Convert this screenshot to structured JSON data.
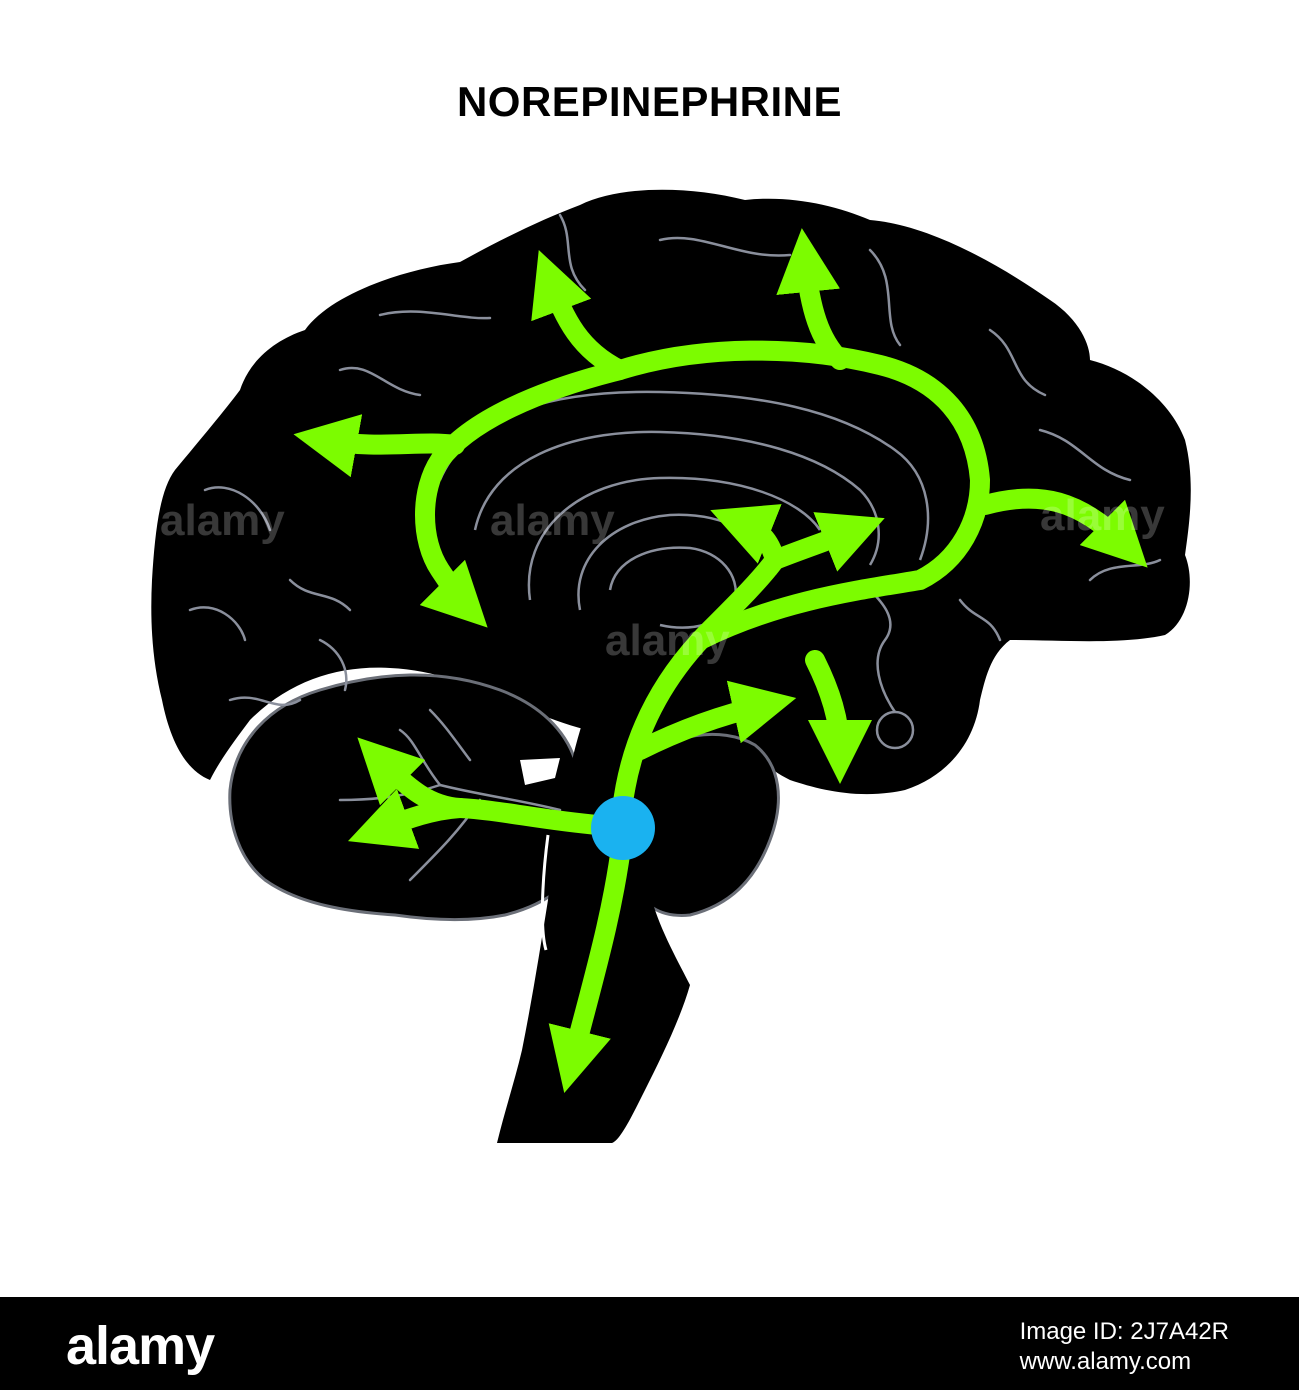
{
  "title": "NOREPINEPHRINE",
  "colors": {
    "brain": "#000000",
    "fold_lines": "#8a8f9c",
    "pathway": "#7cfc00",
    "nucleus": "#1ab2f0",
    "background": "#ffffff",
    "footer": "#000000"
  },
  "icons": {
    "nucleus": "locus-coeruleus-dot",
    "arrow": "arrowhead"
  },
  "watermark": "alamy",
  "footer": {
    "logo": "alamy",
    "image_id_label": "Image ID: 2J7A42R",
    "url": "www.alamy.com"
  }
}
